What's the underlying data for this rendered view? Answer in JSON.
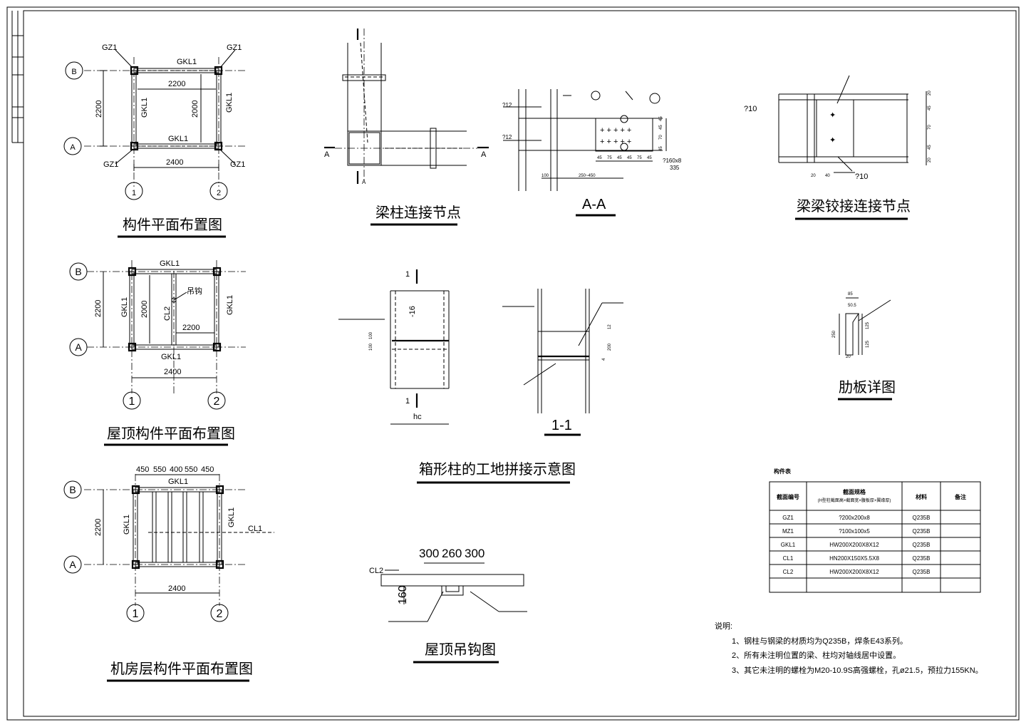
{
  "titles": {
    "plan1": "构件平面布置图",
    "joint": "梁柱连接节点",
    "aa": "A-A",
    "hinge": "梁梁铰接连接节点",
    "plan2": "屋顶构件平面布置图",
    "box": "箱形柱的工地拼接示意图",
    "section11": "1-1",
    "rib": "肋板详图",
    "plan3": "机房层构件平面布置图",
    "hook": "屋顶吊钩图"
  },
  "axes": {
    "B": "B",
    "A": "A",
    "one": "1",
    "two": "2"
  },
  "plan1": {
    "gz1": "GZ1",
    "gkl1": "GKL1",
    "dim_2200_inner": "2200",
    "dim_2000": "2000",
    "dim_2200_left": "2200",
    "dim_2400": "2400"
  },
  "plan2": {
    "gkl1": "GKL1",
    "cl2": "CL2",
    "hook": "吊钩",
    "dim_2200_left": "2200",
    "dim_2000": "2000",
    "dim_2200_inner": "2200",
    "dim_2400": "2400"
  },
  "plan3": {
    "gkl1": "GKL1",
    "cl1": "CL1",
    "dims_top": [
      "450",
      "550",
      "400",
      "550",
      "450"
    ],
    "dim_2200": "2200",
    "dim_2400": "2400"
  },
  "joint": {
    "sec": "I",
    "a": "A"
  },
  "aa": {
    "t12a": "?12",
    "t12b": "?12",
    "dims_bottom": [
      "45",
      "75",
      "45",
      "45",
      "75",
      "45"
    ],
    "dims_right": [
      "45",
      "70",
      "45",
      "45"
    ],
    "d100": "100",
    "d250": "250~450",
    "d335": "335",
    "plate": "?160x8"
  },
  "hinge": {
    "t10a": "?10",
    "t10b": "?10",
    "dims_right": [
      "20",
      "45",
      "70",
      "45",
      "20"
    ],
    "dims_bottom": [
      "20",
      "40"
    ]
  },
  "box": {
    "sec1": "1",
    "plate16": "-16",
    "d100a": "100",
    "d100b": "100",
    "hc": "hc",
    "d12": "12",
    "d200": "200",
    "d4": "4"
  },
  "rib": {
    "d85": "85",
    "d50": "50.5",
    "d250": "250",
    "d125a": "125",
    "d125b": "125",
    "d20": "20"
  },
  "hook": {
    "cl2": "CL2",
    "dims": [
      "300",
      "260",
      "300"
    ],
    "d160": "160"
  },
  "table": {
    "caption": "构件表",
    "headers": [
      "截面编号",
      "截面规格",
      "材料",
      "备注"
    ],
    "header_sub": "(H型柱截面高×截面宽×腹板厚×翼缘厚)",
    "rows": [
      [
        "GZ1",
        "?200x200x8",
        "Q235B",
        ""
      ],
      [
        "MZ1",
        "?100x100x5",
        "Q235B",
        ""
      ],
      [
        "GKL1",
        "HW200X200X8X12",
        "Q235B",
        ""
      ],
      [
        "CL1",
        "HN200X150X5.5X8",
        "Q235B",
        ""
      ],
      [
        "CL2",
        "HW200X200X8X12",
        "Q235B",
        ""
      ],
      [
        "",
        "",
        "",
        ""
      ]
    ]
  },
  "notes": {
    "heading": "说明:",
    "items": [
      "1、钢柱与钢梁的材质均为Q235B，焊条E43系列。",
      "2、所有未注明位置的梁、柱均对轴线居中设置。",
      "3、其它未注明的螺栓为M20-10.9S高强螺栓，孔ø21.5，预拉力155KN。"
    ]
  }
}
